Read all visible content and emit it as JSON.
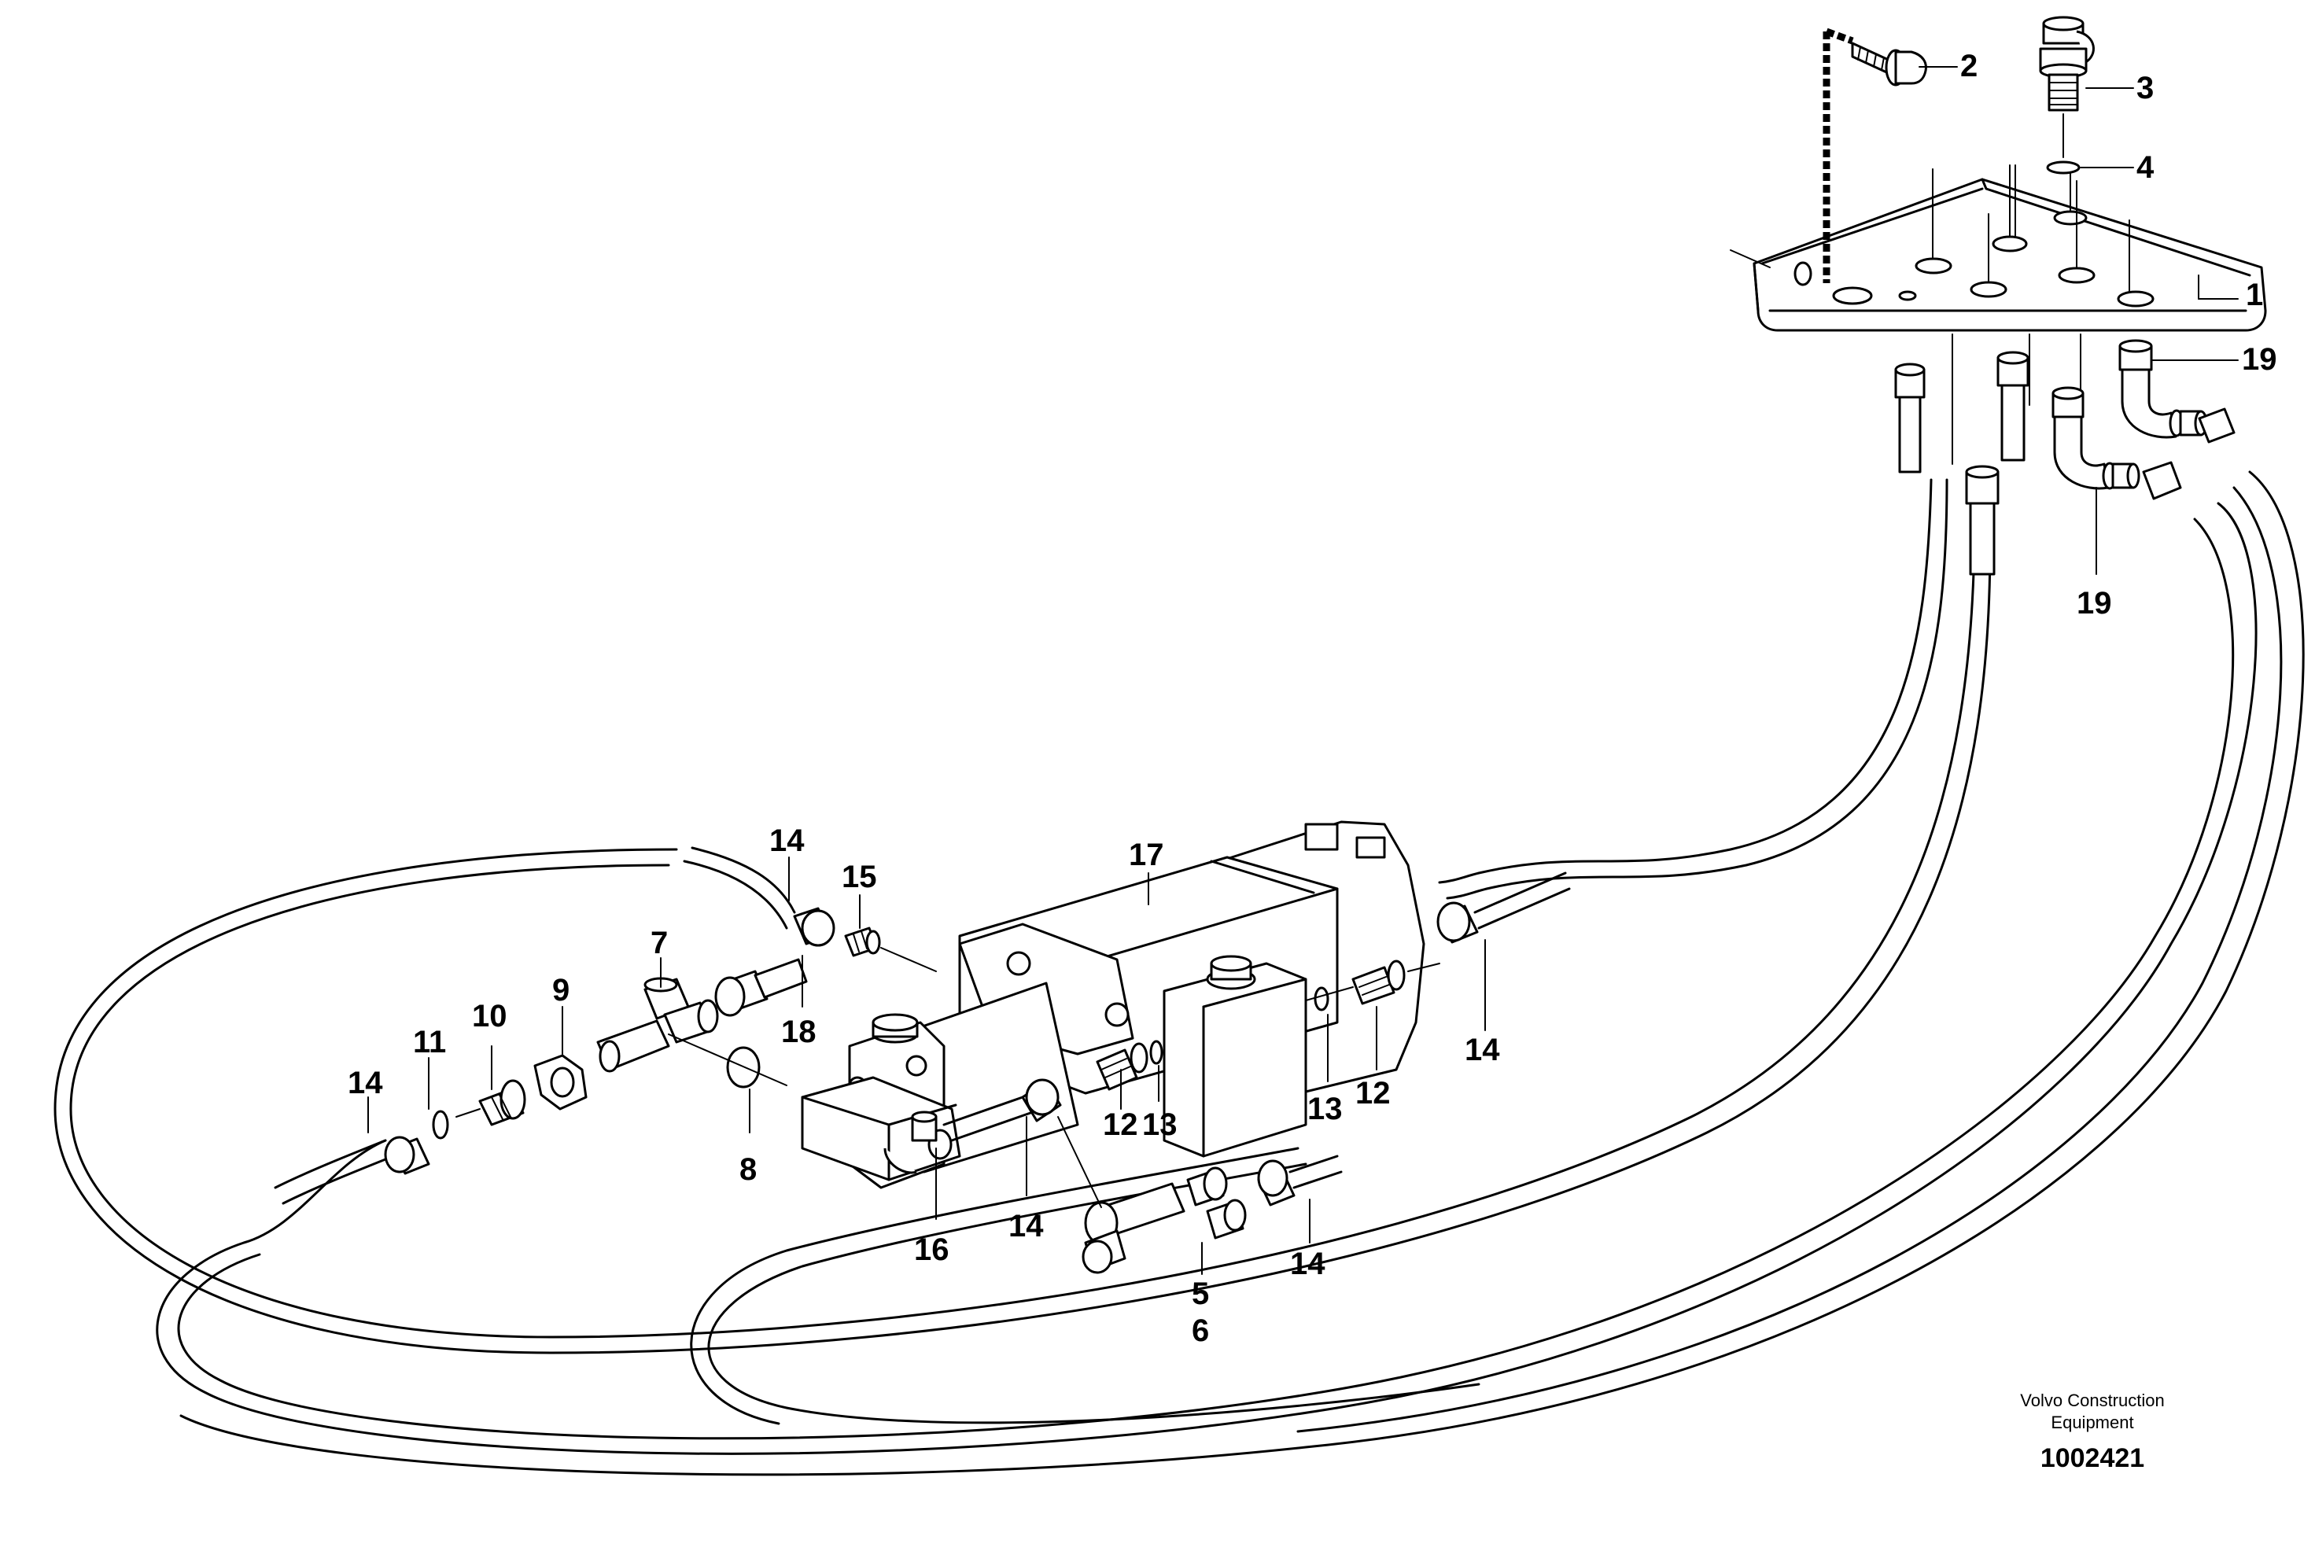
{
  "callouts": [
    {
      "id": "c1",
      "label": "1"
    },
    {
      "id": "c2",
      "label": "2"
    },
    {
      "id": "c3",
      "label": "3"
    },
    {
      "id": "c4",
      "label": "4"
    },
    {
      "id": "c5",
      "label": "5"
    },
    {
      "id": "c6",
      "label": "6"
    },
    {
      "id": "c7",
      "label": "7"
    },
    {
      "id": "c8",
      "label": "8"
    },
    {
      "id": "c9",
      "label": "9"
    },
    {
      "id": "c10",
      "label": "10"
    },
    {
      "id": "c11",
      "label": "11"
    },
    {
      "id": "c12a",
      "label": "12"
    },
    {
      "id": "c12b",
      "label": "12"
    },
    {
      "id": "c13a",
      "label": "13"
    },
    {
      "id": "c13b",
      "label": "13"
    },
    {
      "id": "c14a",
      "label": "14"
    },
    {
      "id": "c14b",
      "label": "14"
    },
    {
      "id": "c14c",
      "label": "14"
    },
    {
      "id": "c14d",
      "label": "14"
    },
    {
      "id": "c14e",
      "label": "14"
    },
    {
      "id": "c15",
      "label": "15"
    },
    {
      "id": "c16",
      "label": "16"
    },
    {
      "id": "c17",
      "label": "17"
    },
    {
      "id": "c18",
      "label": "18"
    },
    {
      "id": "c19a",
      "label": "19"
    },
    {
      "id": "c19b",
      "label": "19"
    }
  ],
  "footer": {
    "line1": "Volvo Construction",
    "line2": "Equipment",
    "drawing_number": "1002421"
  }
}
